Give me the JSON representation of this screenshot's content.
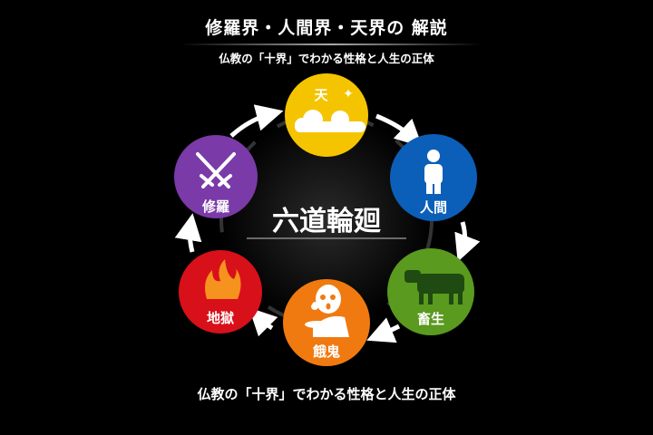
{
  "title": "修羅界・人間界・天界の 解説",
  "subtitle": "仏教の「十界」でわかる性格と人生の正体",
  "center_label": "六道輪廻",
  "realms": [
    {
      "label": "天",
      "color": "#f5c400",
      "icon": "cloud-icon"
    },
    {
      "label": "人間",
      "color": "#0b5fb8",
      "icon": "person-icon"
    },
    {
      "label": "畜生",
      "color": "#5a9a1e",
      "icon": "cow-icon"
    },
    {
      "label": "餓鬼",
      "color": "#f07a10",
      "icon": "ghost-icon"
    },
    {
      "label": "地獄",
      "color": "#d8101a",
      "icon": "fire-icon"
    },
    {
      "label": "修羅",
      "color": "#7a3aa8",
      "icon": "crossed-swords-icon"
    }
  ],
  "footer": "仏教の「十界」でわかる性格と人生の正体"
}
